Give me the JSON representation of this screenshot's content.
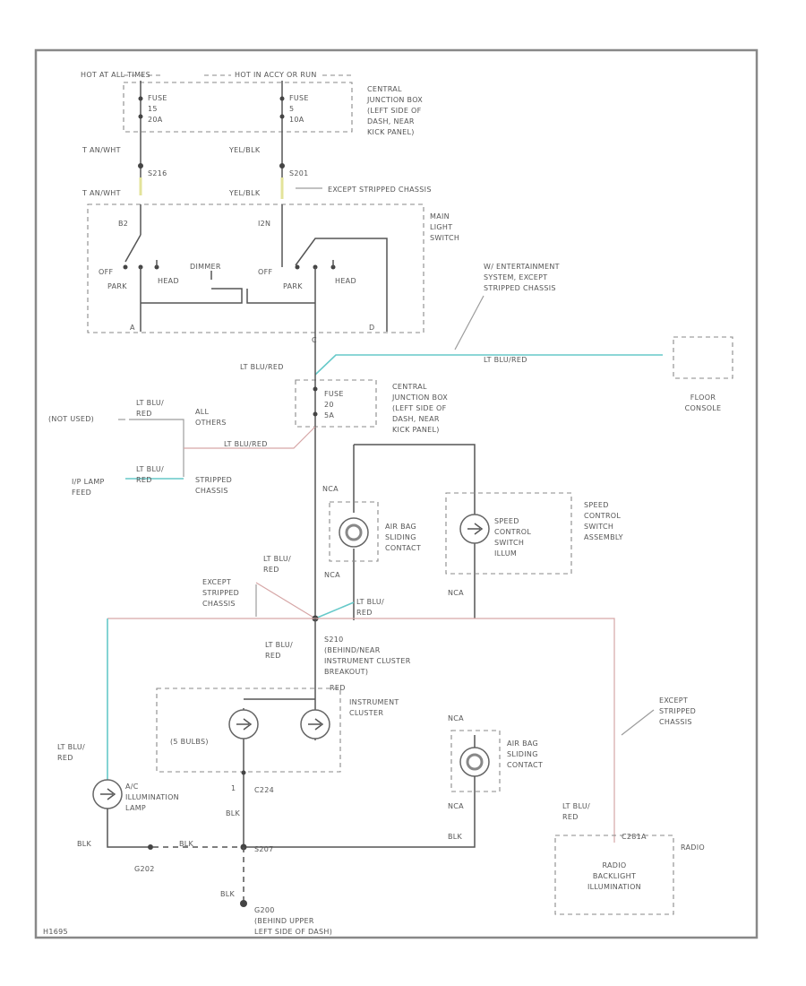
{
  "diagram": {
    "fig_id": "H1695",
    "hot_run_start": "HOT AT ALL TIMES",
    "hot_run_start2": "HOT IN ACCY OR RUN",
    "fuse_left": [
      "FUSE",
      "15",
      "20A"
    ],
    "fuse_right": [
      "FUSE",
      "5",
      "10A"
    ],
    "cjb_top": [
      "CENTRAL",
      "JUNCTION BOX",
      "(LEFT SIDE OF",
      "DASH, NEAR",
      "KICK PANEL)"
    ],
    "wire_tan_wht": "T AN/WHT",
    "wire_tan_wht2": "T AN/WHT",
    "wire_yel_blk": "YEL/BLK",
    "wire_yel_blk2": "YEL/BLK",
    "splice_s216": "S216",
    "splice_s201": "S201",
    "except_stripped_top": "EXCEPT STRIPPED CHASSIS",
    "main_light_switch": [
      "MAIN",
      "LIGHT",
      "SWITCH"
    ],
    "sw_b2": "B2",
    "sw_i2n": "I2N",
    "sw_off_left": "OFF",
    "sw_off_right": "OFF",
    "sw_park_left": "PARK",
    "sw_park_right": "PARK",
    "sw_head_left": "HEAD",
    "sw_head_right": "HEAD",
    "sw_dimmer": "DIMMER",
    "pin_a": "A",
    "pin_c": "C",
    "pin_d": "D",
    "entertainment_note": [
      "W/ ENTERTAINMENT",
      "SYSTEM, EXCEPT",
      "STRIPPED CHASSIS"
    ],
    "wire_lt_blu_red_a": "LT BLU/RED",
    "wire_lt_blu_red_b": "LT BLU/RED",
    "floor_console": [
      "FLOOR",
      "CONSOLE"
    ],
    "fuse_mid": [
      "FUSE",
      "20",
      "5A"
    ],
    "cjb_mid": [
      "CENTRAL",
      "JUNCTION BOX",
      "(LEFT SIDE OF",
      "DASH, NEAR",
      "KICK PANEL)"
    ],
    "not_used": "(NOT USED)",
    "wire_lt_blu_red_c": [
      "LT BLU/",
      "RED"
    ],
    "all_others": [
      "ALL",
      "OTHERS"
    ],
    "wire_lt_blu_red_d": "LT BLU/RED",
    "ip_lamp_feed": [
      "I/P LAMP",
      "FEED"
    ],
    "wire_lt_blu_red_e": [
      "LT BLU/",
      "RED"
    ],
    "stripped_chassis": [
      "STRIPPED",
      "CHASSIS"
    ],
    "nca_1": "NCA",
    "air_bag_sliding_1": [
      "AIR BAG",
      "SLIDING",
      "CONTACT"
    ],
    "nca_2": "NCA",
    "speed_control_switch": [
      "SPEED",
      "CONTROL",
      "SWITCH",
      "ILLUM"
    ],
    "speed_control_assy": [
      "SPEED",
      "CONTROL",
      "SWITCH",
      "ASSEMBLY"
    ],
    "nca_3": "NCA",
    "wire_lt_blu_red_f": [
      "LT BLU/",
      "RED"
    ],
    "except_stripped_mid": [
      "EXCEPT",
      "STRIPPED",
      "CHASSIS"
    ],
    "wire_lt_blu_red_g": [
      "LT BLU/",
      "RED"
    ],
    "wire_lt_blu_red_h": [
      "LT BLU/",
      "RED"
    ],
    "splice_s210": [
      "S210",
      "(BEHIND/NEAR",
      "INSTRUMENT CLUSTER",
      "BREAKOUT)"
    ],
    "wire_red": "RED",
    "instrument_cluster": [
      "INSTRUMENT",
      "CLUSTER"
    ],
    "bulbs": "(5 BULBS)",
    "nca_4": "NCA",
    "air_bag_sliding_2": [
      "AIR BAG",
      "SLIDING",
      "CONTACT"
    ],
    "nca_5": "NCA",
    "except_stripped_right": [
      "EXCEPT",
      "STRIPPED",
      "CHASSIS"
    ],
    "wire_lt_blu_red_i": [
      "LT BLU/",
      "RED"
    ],
    "ac_lamp": [
      "A/C",
      "ILLUMINATION",
      "LAMP"
    ],
    "pin_1": "1",
    "c224": "C224",
    "wire_blk_a": "BLK",
    "wire_blk_b": "BLK",
    "wire_blk_c": "BLK",
    "wire_blk_d": "BLK",
    "wire_blk_e": "BLK",
    "s207": "S207",
    "g202": "G202",
    "wire_lt_blu_red_j": [
      "LT BLU/",
      "RED"
    ],
    "c281a": "C281A",
    "radio_label": "RADIO",
    "radio_box": [
      "RADIO",
      "BACKLIGHT",
      "ILLUMINATION"
    ],
    "g200": [
      "G200",
      "(BEHIND UPPER",
      "LEFT SIDE OF DASH)"
    ]
  }
}
